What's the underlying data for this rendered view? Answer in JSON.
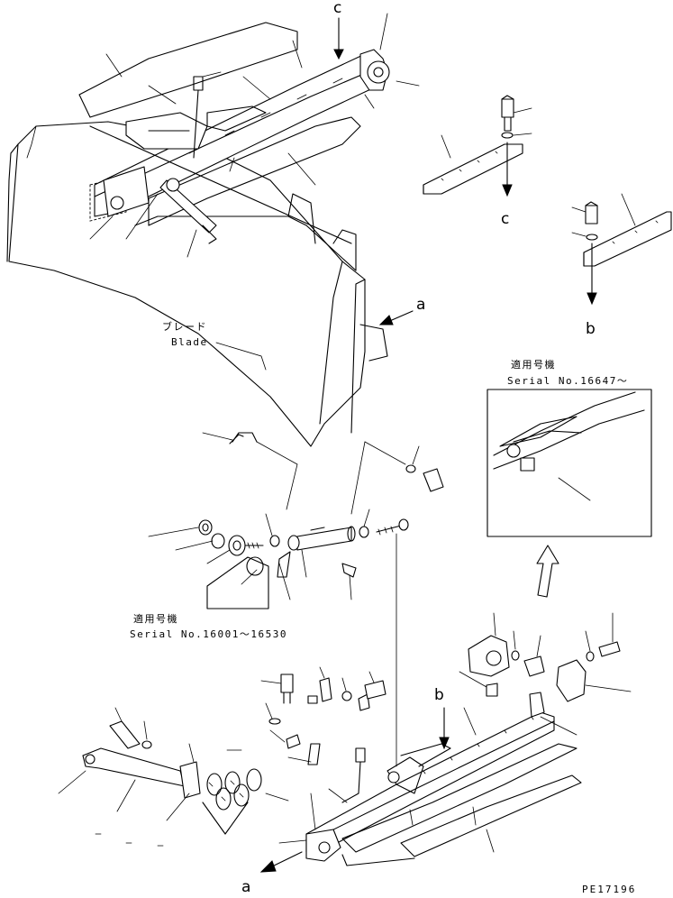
{
  "labels": {
    "blade_jp": "ブレード",
    "blade_en": "Blade",
    "serial_note_1_jp": "適用号機",
    "serial_note_1_en": "Serial No.16647～",
    "serial_note_2_jp": "適用号機",
    "serial_note_2_en": "Serial No.16001～16530",
    "ref_a_top": "a",
    "ref_a_bottom": "a",
    "ref_b_top": "b",
    "ref_b_bottom": "b",
    "ref_c_top": "c",
    "ref_c_mid": "c",
    "drawing_code": "PE17196"
  }
}
